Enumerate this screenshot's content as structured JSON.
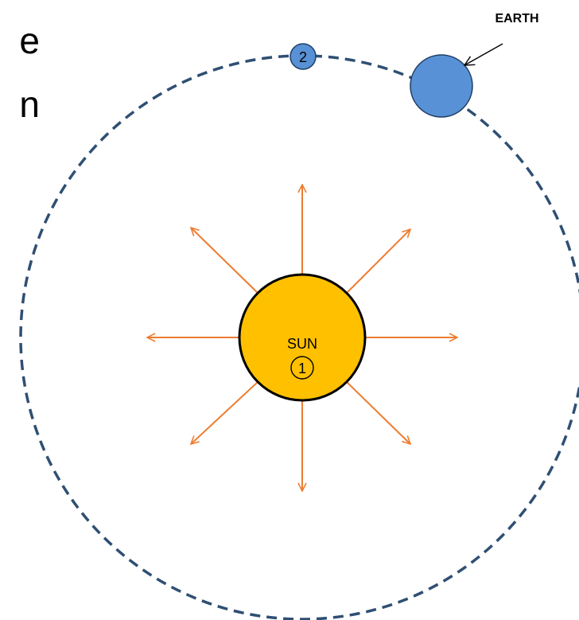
{
  "edge_text": [
    "e",
    "n"
  ],
  "labels": {
    "earth": "EARTH",
    "sun": "SUN",
    "sun_marker": "1",
    "planet_marker": "2"
  },
  "colors": {
    "orbit": "#2F4F73",
    "sun_fill": "#FFC000",
    "sun_stroke": "#000000",
    "ray": "#ED7D31",
    "earth_fill": "#5891D5",
    "earth_stroke": "#1F3F66",
    "planet_fill": "#5891D5"
  },
  "icons": {
    "sun": "sun-icon",
    "earth": "earth-icon",
    "rays": "arrow-icon"
  }
}
